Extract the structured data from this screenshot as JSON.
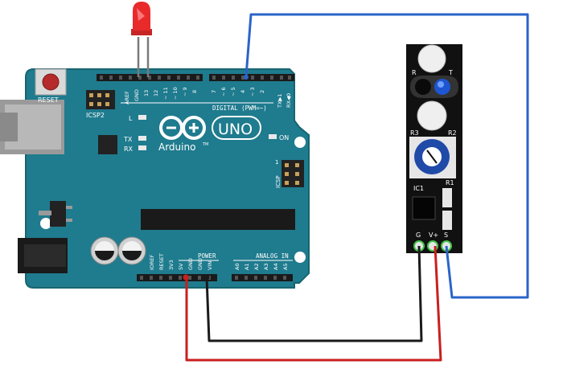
{
  "board": {
    "reset_label": "RESET",
    "icsp2_label": "ICSP2",
    "icsp_label": "ICSP",
    "icsp_pin1": "1",
    "aref": "AREF",
    "gnd_top": "GND",
    "d13": "13",
    "d12": "12",
    "d11": "~ 11",
    "d10": "~ 10",
    "d9": "~ 9",
    "d8": "8",
    "d7": "7",
    "d6": "~ 6",
    "d5": "~ 5",
    "d4": "4",
    "d3": "~ 3",
    "d2": "2",
    "tx1": "TX▶1",
    "rx0": "RX◀0",
    "digital_label": "DIGITAL (PWM=~)",
    "led_l": "L",
    "led_tx": "TX",
    "led_rx": "RX",
    "on_label": "ON",
    "brand": "Arduino",
    "tm": "TM",
    "model": "UNO",
    "power_label": "POWER",
    "analog_label": "ANALOG IN",
    "ioref": "IOREF",
    "reset_pin": "RESET",
    "v33": "3V3",
    "v5": "5V",
    "gnd1": "GND",
    "gnd2": "GND",
    "vin": "VIN",
    "a0": "A0",
    "a1": "A1",
    "a2": "A2",
    "a3": "A3",
    "a4": "A4",
    "a5": "A5"
  },
  "sensor": {
    "r_label": "R",
    "t_label": "T",
    "r3_label": "R3",
    "r2_label": "R2",
    "r1_label": "R1",
    "ic1_label": "IC1",
    "g_label": "G",
    "vplus_label": "V+",
    "s_label": "S"
  },
  "colors": {
    "board": "#1f7b8e",
    "board_edge": "#17656f",
    "wire_red": "#c91f1f",
    "wire_black": "#1a1a1a",
    "wire_blue": "#2a64c8",
    "led": "#e82a2a"
  }
}
